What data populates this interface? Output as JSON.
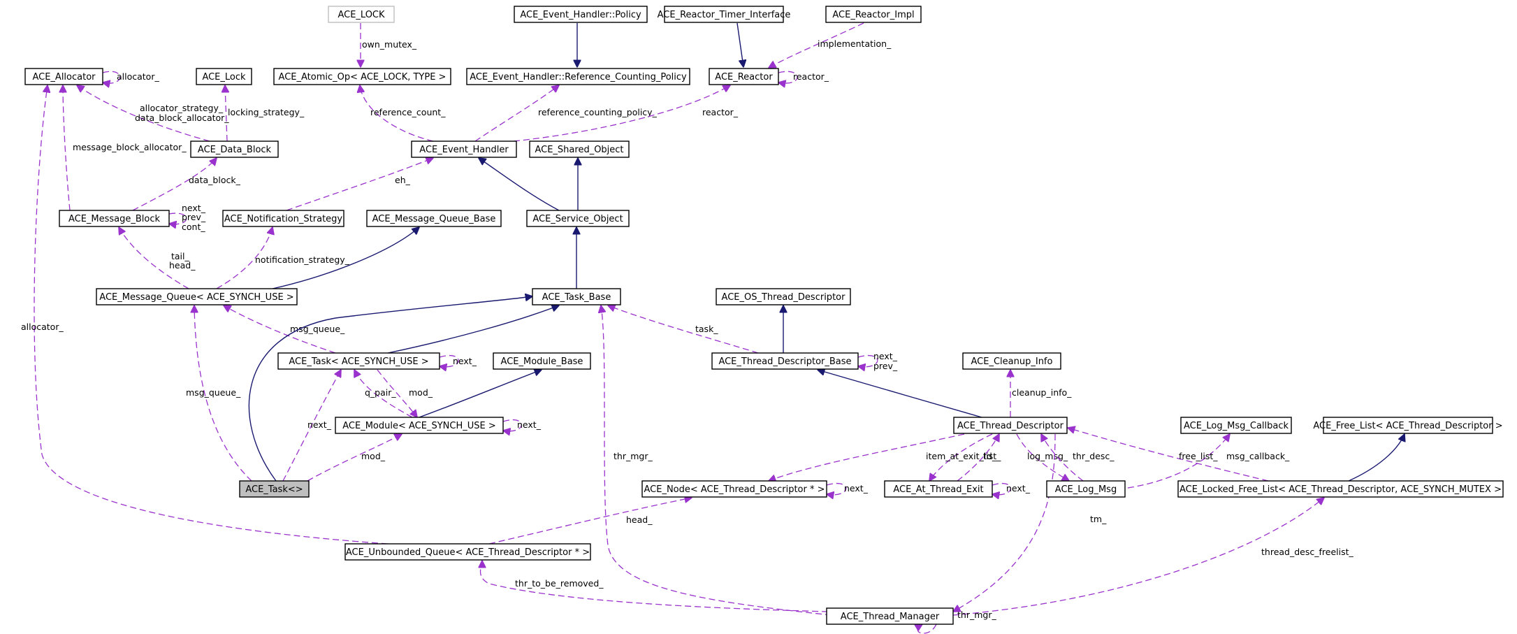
{
  "nodes": [
    {
      "id": "ace_lock_tpl",
      "label": "ACE_LOCK",
      "style": "grey"
    },
    {
      "id": "ehpolicy",
      "label": "ACE_Event_Handler::Policy"
    },
    {
      "id": "rti",
      "label": "ACE_Reactor_Timer_Interface"
    },
    {
      "id": "rimpl",
      "label": "ACE_Reactor_Impl"
    },
    {
      "id": "allocator",
      "label": "ACE_Allocator"
    },
    {
      "id": "acelock",
      "label": "ACE_Lock"
    },
    {
      "id": "atomic",
      "label": "ACE_Atomic_Op< ACE_LOCK, TYPE >"
    },
    {
      "id": "rcp",
      "label": "ACE_Event_Handler::Reference_Counting_Policy"
    },
    {
      "id": "reactor",
      "label": "ACE_Reactor"
    },
    {
      "id": "datablock",
      "label": "ACE_Data_Block"
    },
    {
      "id": "evh",
      "label": "ACE_Event_Handler"
    },
    {
      "id": "shared",
      "label": "ACE_Shared_Object"
    },
    {
      "id": "msgblock",
      "label": "ACE_Message_Block"
    },
    {
      "id": "notif",
      "label": "ACE_Notification_Strategy"
    },
    {
      "id": "mqbase",
      "label": "ACE_Message_Queue_Base"
    },
    {
      "id": "svcobj",
      "label": "ACE_Service_Object"
    },
    {
      "id": "mq",
      "label": "ACE_Message_Queue< ACE_SYNCH_USE >"
    },
    {
      "id": "taskbase",
      "label": "ACE_Task_Base"
    },
    {
      "id": "ostd",
      "label": "ACE_OS_Thread_Descriptor"
    },
    {
      "id": "task",
      "label": "ACE_Task< ACE_SYNCH_USE >"
    },
    {
      "id": "modbase",
      "label": "ACE_Module_Base"
    },
    {
      "id": "tdbase",
      "label": "ACE_Thread_Descriptor_Base"
    },
    {
      "id": "cleanup",
      "label": "ACE_Cleanup_Info"
    },
    {
      "id": "module",
      "label": "ACE_Module< ACE_SYNCH_USE >"
    },
    {
      "id": "td",
      "label": "ACE_Thread_Descriptor"
    },
    {
      "id": "lmcb",
      "label": "ACE_Log_Msg_Callback"
    },
    {
      "id": "freelist",
      "label": "ACE_Free_List< ACE_Thread_Descriptor >"
    },
    {
      "id": "tasktpl",
      "label": "ACE_Task<>",
      "style": "focus"
    },
    {
      "id": "nodetd",
      "label": "ACE_Node< ACE_Thread_Descriptor * >"
    },
    {
      "id": "ate",
      "label": "ACE_At_Thread_Exit"
    },
    {
      "id": "logmsg",
      "label": "ACE_Log_Msg"
    },
    {
      "id": "lfl",
      "label": "ACE_Locked_Free_List< ACE_Thread_Descriptor, ACE_SYNCH_MUTEX >"
    },
    {
      "id": "uq",
      "label": "ACE_Unbounded_Queue< ACE_Thread_Descriptor * >"
    },
    {
      "id": "tm",
      "label": "ACE_Thread_Manager"
    }
  ],
  "edges": [
    {
      "id": "e-lock-atomic",
      "kind": "use",
      "label": "own_mutex_"
    },
    {
      "id": "e-policy-rcp",
      "kind": "inh",
      "label": ""
    },
    {
      "id": "e-rti-reactor",
      "kind": "inh",
      "label": ""
    },
    {
      "id": "e-rimpl-reactor",
      "kind": "use",
      "label": "implementation_"
    },
    {
      "id": "e-reactor-self",
      "kind": "use",
      "label": "reactor_"
    },
    {
      "id": "e-alloc-self",
      "kind": "use",
      "label": "allocator_"
    },
    {
      "id": "e-alloc-datablock",
      "kind": "use",
      "label": "allocator_strategy_\ndata_block_allocator_"
    },
    {
      "id": "e-lock-datablock",
      "kind": "use",
      "label": "locking_strategy_"
    },
    {
      "id": "e-atomic-evh",
      "kind": "use",
      "label": "reference_count_"
    },
    {
      "id": "e-rcp-evh",
      "kind": "use",
      "label": "reference_counting_policy_"
    },
    {
      "id": "e-reactor-evh",
      "kind": "use",
      "label": "reactor_"
    },
    {
      "id": "e-alloc-msgblock",
      "kind": "use",
      "label": "message_block_allocator_"
    },
    {
      "id": "e-datablock-msgblock",
      "kind": "use",
      "label": "data_block_"
    },
    {
      "id": "e-msgblock-self",
      "kind": "use",
      "label": "next_\nprev_\ncont_"
    },
    {
      "id": "e-evh-notif",
      "kind": "use",
      "label": "eh_"
    },
    {
      "id": "e-evh-svcobj",
      "kind": "inh",
      "label": ""
    },
    {
      "id": "e-shared-svcobj",
      "kind": "inh",
      "label": ""
    },
    {
      "id": "e-msgblock-mq",
      "kind": "use",
      "label": "tail_\nhead_"
    },
    {
      "id": "e-notif-mq",
      "kind": "use",
      "label": "notification_strategy_"
    },
    {
      "id": "e-mqbase-mq",
      "kind": "inh",
      "label": ""
    },
    {
      "id": "e-svcobj-taskbase",
      "kind": "inh",
      "label": ""
    },
    {
      "id": "e-ostd-tdbase",
      "kind": "inh",
      "label": ""
    },
    {
      "id": "e-taskbase-task",
      "kind": "inh",
      "label": ""
    },
    {
      "id": "e-mq-task",
      "kind": "use",
      "label": "msg_queue_"
    },
    {
      "id": "e-task-self",
      "kind": "use",
      "label": "next_"
    },
    {
      "id": "e-taskbase-tdbase",
      "kind": "use",
      "label": "task_"
    },
    {
      "id": "e-tdbase-self",
      "kind": "use",
      "label": "next_\nprev_"
    },
    {
      "id": "e-tdbase-td",
      "kind": "inh",
      "label": ""
    },
    {
      "id": "e-cleanup-td",
      "kind": "use",
      "label": "cleanup_info_"
    },
    {
      "id": "e-task-module",
      "kind": "use",
      "label": "q_pair_"
    },
    {
      "id": "e-module-task",
      "kind": "use",
      "label": "mod_"
    },
    {
      "id": "e-modbase-module",
      "kind": "inh",
      "label": ""
    },
    {
      "id": "e-module-self",
      "kind": "use",
      "label": "next_"
    },
    {
      "id": "e-taskbase-tasktpl",
      "kind": "inh",
      "label": ""
    },
    {
      "id": "e-mq-tasktpl",
      "kind": "use",
      "label": "msg_queue_"
    },
    {
      "id": "e-task-tasktpl",
      "kind": "use",
      "label": "next_"
    },
    {
      "id": "e-module-tasktpl",
      "kind": "use",
      "label": "mod_"
    },
    {
      "id": "e-alloc-uq",
      "kind": "use",
      "label": "allocator_"
    },
    {
      "id": "e-td-nodetd",
      "kind": "use",
      "label": ""
    },
    {
      "id": "e-nodetd-self",
      "kind": "use",
      "label": "next_"
    },
    {
      "id": "e-td-ate",
      "kind": "use",
      "label": "item_at_exit_list_"
    },
    {
      "id": "e-ate-td",
      "kind": "use",
      "label": "td_"
    },
    {
      "id": "e-ate-self",
      "kind": "use",
      "label": "next_"
    },
    {
      "id": "e-td-logmsg",
      "kind": "use",
      "label": "log_msg_"
    },
    {
      "id": "e-logmsg-td",
      "kind": "use",
      "label": "thr_desc_"
    },
    {
      "id": "e-lmcb-logmsg",
      "kind": "use",
      "label": "msg_callback_"
    },
    {
      "id": "e-lfl-td",
      "kind": "use",
      "label": "free_list_"
    },
    {
      "id": "e-freelist-lfl",
      "kind": "inh",
      "label": ""
    },
    {
      "id": "e-nodetd-uq",
      "kind": "use",
      "label": "head_"
    },
    {
      "id": "e-uq-tm",
      "kind": "use",
      "label": "thr_to_be_removed_"
    },
    {
      "id": "e-taskbase-tm",
      "kind": "use",
      "label": "thr_mgr_"
    },
    {
      "id": "e-td-tm",
      "kind": "use",
      "label": "tm_"
    },
    {
      "id": "e-lfl-tm",
      "kind": "use",
      "label": "thread_desc_freelist_"
    },
    {
      "id": "e-tm-self",
      "kind": "use",
      "label": "thr_mgr_"
    }
  ],
  "colors": {
    "inheritance": "#191970",
    "usage": "#9a32cd",
    "focus_fill": "#bfbfbf"
  }
}
